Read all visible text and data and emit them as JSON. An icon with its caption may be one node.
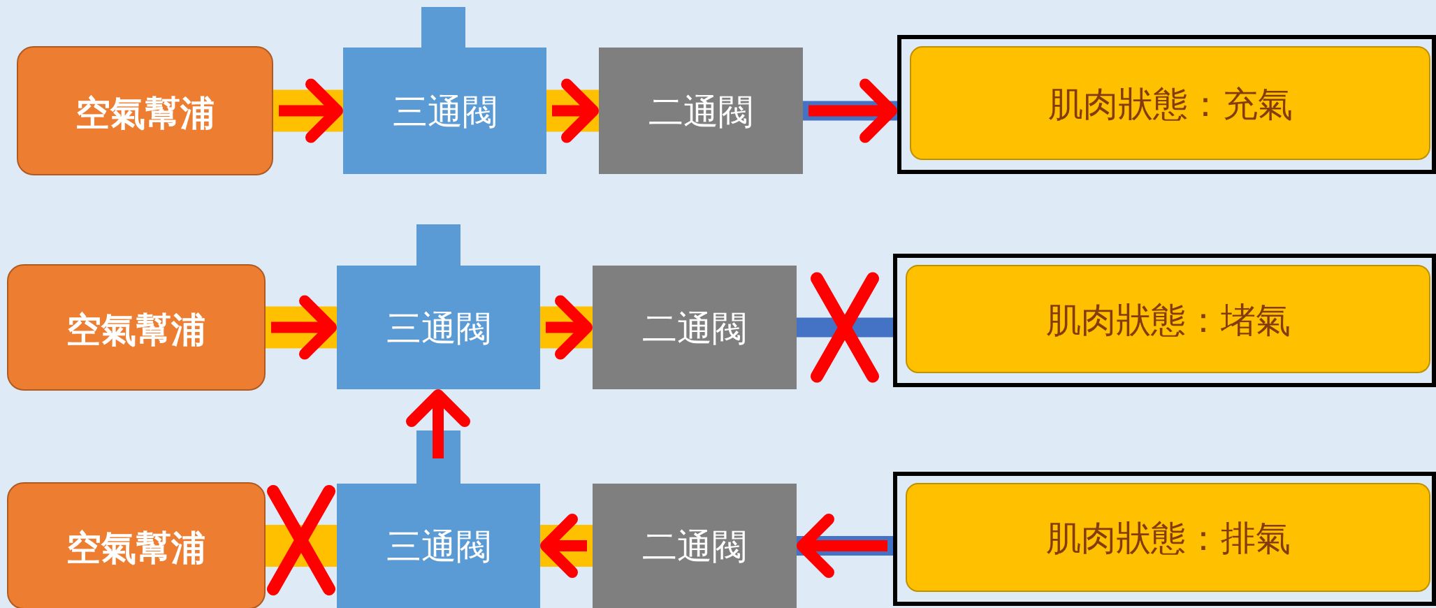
{
  "diagram": {
    "nodes": [
      {
        "text": [
          "空氣幫浦"
        ]
      },
      {
        "text": [
          "三通閥"
        ]
      },
      {
        "text": [
          "二通閥"
        ]
      },
      {
        "text": [
          "肌肉狀態：充氣"
        ]
      },
      {
        "text": [
          "空氣幫浦"
        ]
      },
      {
        "text": [
          "三通閥"
        ]
      },
      {
        "text": [
          "二通閥"
        ]
      },
      {
        "text": [
          "肌肉狀態：堵氣"
        ]
      },
      {
        "text": [
          "空氣幫浦"
        ]
      },
      {
        "text": [
          "三通閥"
        ]
      },
      {
        "text": [
          "二通閥"
        ]
      },
      {
        "text": [
          "肌肉狀態：排氣"
        ]
      }
    ],
    "edges": [
      {
        "from": 0,
        "to": 1,
        "arrow": "none",
        "style": "thick",
        "color": "#ffc000"
      },
      {
        "from": 1,
        "to": 2,
        "arrow": "none",
        "style": "thick",
        "color": "#ffc000"
      },
      {
        "from": 2,
        "to": 3,
        "arrow": "none",
        "color": "#4472c4"
      },
      {
        "from": 4,
        "to": 5,
        "arrow": "none",
        "style": "thick",
        "color": "#ffc000"
      },
      {
        "from": 5,
        "to": 6,
        "arrow": "none",
        "style": "thick",
        "color": "#ffc000"
      },
      {
        "from": 6,
        "to": 7,
        "arrow": "none",
        "color": "#4472c4"
      },
      {
        "from": 8,
        "to": 9,
        "arrow": "none",
        "style": "thick",
        "color": "#ffc000"
      },
      {
        "from": 9,
        "to": 10,
        "arrow": "none",
        "style": "thick",
        "color": "#ffc000"
      },
      {
        "from": 10,
        "to": 11,
        "arrow": "none",
        "color": "#4472c4"
      },
      {
        "from": 0,
        "to": 1,
        "arrow": "to"
      },
      {
        "from": 1,
        "to": 2,
        "arrow": "to"
      },
      {
        "from": 2,
        "to": 3,
        "arrow": "to"
      },
      {
        "from": 4,
        "to": 5,
        "arrow": "to"
      },
      {
        "from": 5,
        "to": 6,
        "arrow": "to"
      },
      {
        "from": 11,
        "to": 10,
        "arrow": "to"
      },
      {
        "from": 10,
        "to": 9,
        "arrow": "to"
      },
      {
        "from": 9,
        "to": 5,
        "arrow": "to"
      }
    ]
  }
}
